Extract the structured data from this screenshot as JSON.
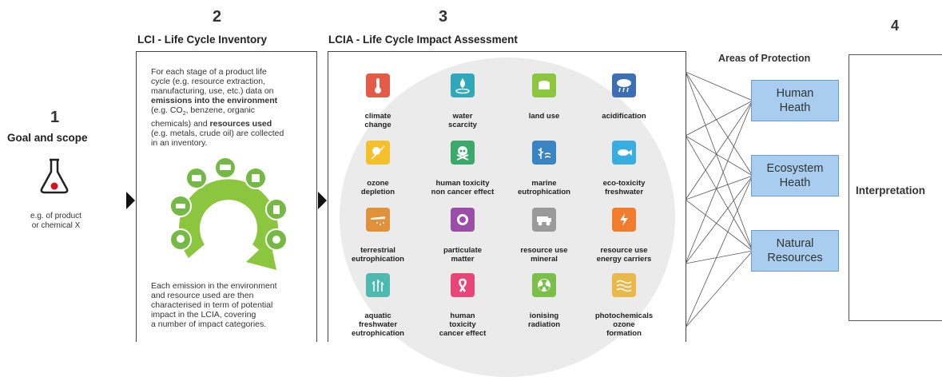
{
  "steps": {
    "step1": {
      "number": "1",
      "title": "Goal and scope",
      "caption_line1": "e.g. of product",
      "caption_line2": "or chemical X"
    },
    "step2": {
      "number": "2",
      "title": "LCI - Life Cycle Inventory"
    },
    "step3": {
      "number": "3",
      "title": "LCIA - Life Cycle Impact Assessment"
    },
    "step4": {
      "number": "4",
      "title": "Interpretation"
    }
  },
  "lci": {
    "text1": {
      "l1": "For each stage of a product life",
      "l2": "cycle (e.g. resource extraction,",
      "l3": "manufacturing, use, etc.) data on",
      "l4": "emissions into the environment",
      "l5a": "(e.g. CO",
      "l5sub": "2",
      "l5b": ", benzene, organic",
      "l6": "chemicals) and",
      "l6b": "resources used",
      "l7": "(e.g. metals, crude oil) are collected",
      "l8": "in an inventory."
    },
    "text2": {
      "l1": "Each emission in the environment",
      "l2": "and resource used are then",
      "l3": "characterised in term of potential",
      "l4": "impact in the LCIA, covering",
      "l5": "a number of impact categories."
    }
  },
  "categories": [
    {
      "l1": "climate",
      "l2": "change",
      "l3": "",
      "color": "#e45b47",
      "icon": "thermometer-icon"
    },
    {
      "l1": "water",
      "l2": "scarcity",
      "l3": "",
      "color": "#2fa8b9",
      "icon": "water-drop-icon"
    },
    {
      "l1": "land use",
      "l2": "",
      "l3": "",
      "color": "#8cc63f",
      "icon": "tree-stump-icon"
    },
    {
      "l1": "acidification",
      "l2": "",
      "l3": "",
      "color": "#3d6fb6",
      "icon": "acid-rain-icon"
    },
    {
      "l1": "ozone",
      "l2": "depletion",
      "l3": "",
      "color": "#f5c02b",
      "icon": "sun-icon"
    },
    {
      "l1": "human toxicity",
      "l2": "non cancer effect",
      "l3": "",
      "color": "#3aa96a",
      "icon": "skull-icon"
    },
    {
      "l1": "marine",
      "l2": "eutrophication",
      "l3": "",
      "color": "#3a84c4",
      "icon": "seaweed-icon"
    },
    {
      "l1": "eco-toxicity",
      "l2": "freshwater",
      "l3": "",
      "color": "#38aee0",
      "icon": "fish-icon"
    },
    {
      "l1": "terrestrial",
      "l2": "eutrophication",
      "l3": "",
      "color": "#e0913a",
      "icon": "plane-spray-icon"
    },
    {
      "l1": "particulate",
      "l2": "matter",
      "l3": "",
      "color": "#9b4ea8",
      "icon": "particle-icon"
    },
    {
      "l1": "resource use",
      "l2": "mineral",
      "l3": "",
      "color": "#9a9a9a",
      "icon": "mining-truck-icon"
    },
    {
      "l1": "resource use",
      "l2": "energy carriers",
      "l3": "",
      "color": "#f07c2c",
      "icon": "energy-icon"
    },
    {
      "l1": "aquatic",
      "l2": "freshwater",
      "l3": "eutrophication",
      "color": "#4fb9b0",
      "icon": "algae-icon"
    },
    {
      "l1": "human",
      "l2": "toxicity",
      "l3": "cancer effect",
      "color": "#e8457a",
      "icon": "ribbon-icon"
    },
    {
      "l1": "ionising",
      "l2": "radiation",
      "l3": "",
      "color": "#7bbf4a",
      "icon": "radiation-icon"
    },
    {
      "l1": "photochemicals",
      "l2": "ozone",
      "l3": "formation",
      "color": "#e8b84a",
      "icon": "smog-icon"
    }
  ],
  "areas": {
    "title": "Areas of Protection",
    "human": {
      "l1": "Human",
      "l2": "Heath"
    },
    "ecosystem": {
      "l1": "Ecosystem",
      "l2": "Heath"
    },
    "natural": {
      "l1": "Natural",
      "l2": "Resources"
    }
  },
  "colors": {
    "aop_fill": "#a9cdef",
    "lci_green": "#74b943"
  }
}
